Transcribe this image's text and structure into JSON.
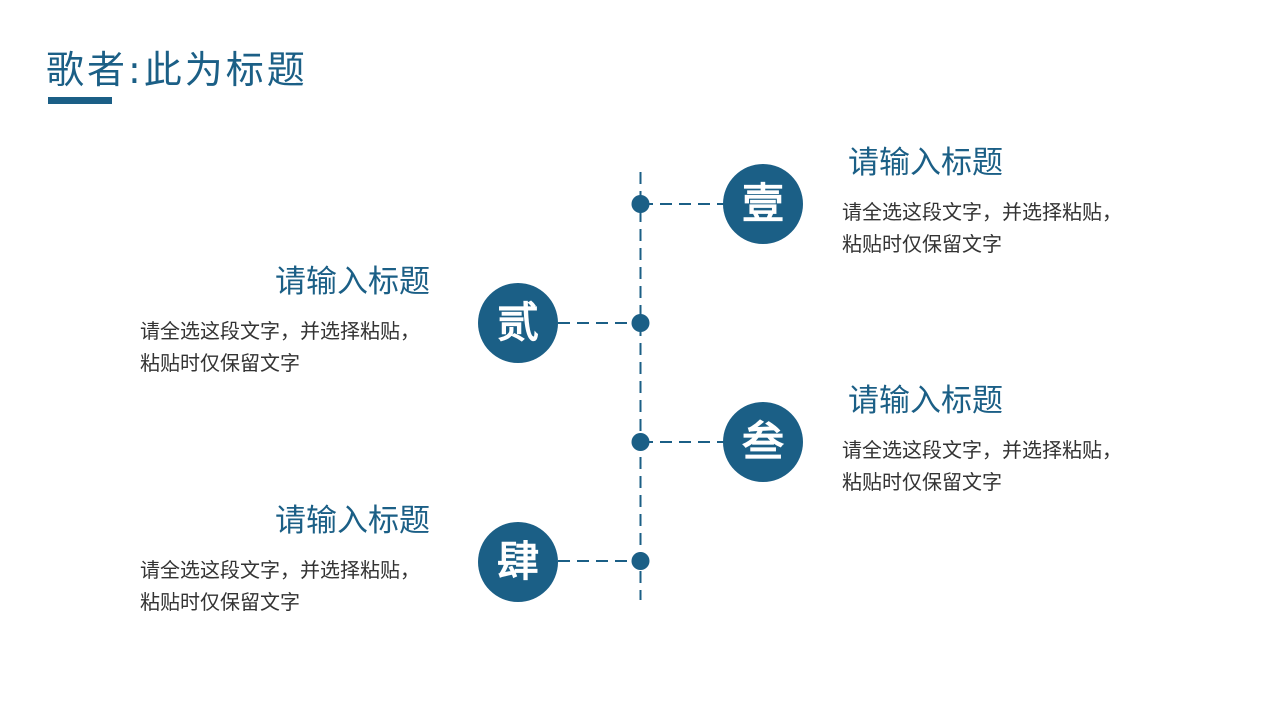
{
  "slide": {
    "title": "歌者:此为标题",
    "accent_color": "#1b5f86"
  },
  "items": [
    {
      "badge": "壹",
      "title": "请输入标题",
      "description": "请全选这段文字，并选择粘贴，粘贴时仅保留文字"
    },
    {
      "badge": "贰",
      "title": "请输入标题",
      "description": "请全选这段文字，并选择粘贴，粘贴时仅保留文字"
    },
    {
      "badge": "叁",
      "title": "请输入标题",
      "description": "请全选这段文字，并选择粘贴，粘贴时仅保留文字"
    },
    {
      "badge": "肆",
      "title": "请输入标题",
      "description": "请全选这段文字，并选择粘贴，粘贴时仅保留文字"
    }
  ]
}
